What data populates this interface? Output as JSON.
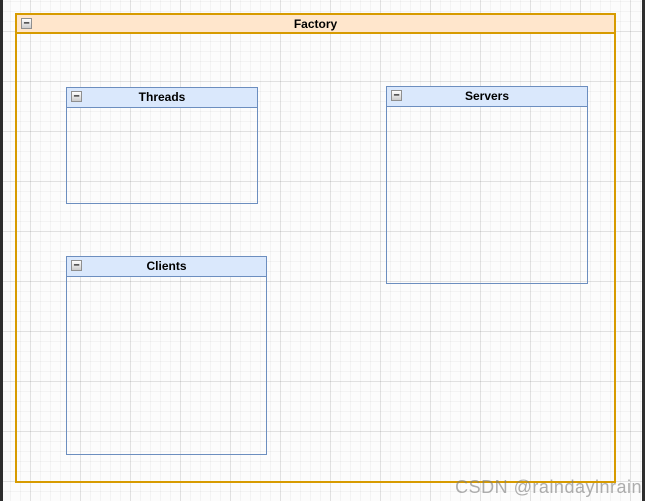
{
  "canvas": {
    "grid": "on",
    "background": "#fcfcfc"
  },
  "icons": {
    "collapse": "−"
  },
  "diagram": {
    "factory": {
      "title": "Factory",
      "fill": "#FFE6CC",
      "stroke": "#D79B00"
    },
    "groups": [
      {
        "title": "Threads",
        "fill": "#DAE8FC",
        "stroke": "#6C8EBF"
      },
      {
        "title": "Servers",
        "fill": "#DAE8FC",
        "stroke": "#6C8EBF"
      },
      {
        "title": "Clients",
        "fill": "#DAE8FC",
        "stroke": "#6C8EBF"
      }
    ]
  },
  "watermark": {
    "text": "CSDN @raindayinrain",
    "color": "#7d7d7d"
  }
}
